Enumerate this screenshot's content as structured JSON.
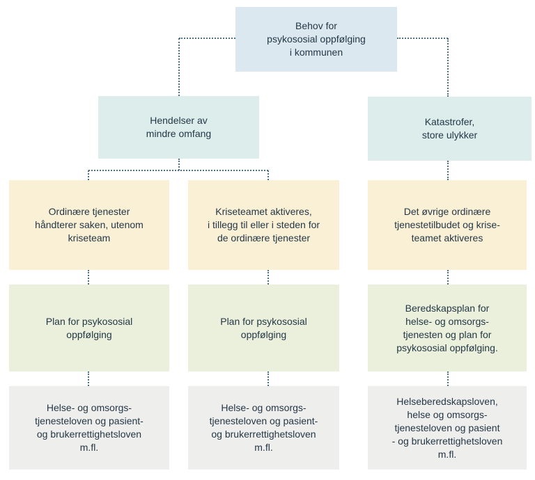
{
  "colors": {
    "top_box": "#dce8f0",
    "event_box": "#ddedec",
    "action_box": "#faf0d5",
    "plan_box": "#eaf0db",
    "law_box": "#eeeeec",
    "text": "#243746",
    "connector": "#4d7183"
  },
  "flowchart": {
    "root": {
      "label": "Behov for\npsykososial oppfølging\ni kommunen"
    },
    "branches": [
      {
        "label": "Hendelser av\nmindre omfang"
      },
      {
        "label": "Katastrofer,\nstore ulykker"
      }
    ],
    "columns": [
      {
        "action": "Ordinære tjenester\nhåndterer saken, utenom\nkriseteam",
        "plan": "Plan for psykososial\noppfølging",
        "laws": "Helse- og omsorgs-\ntjenesteloven og pasient-\nog brukerrettighetsloven\nm.fl."
      },
      {
        "action": "Kriseteamet aktiveres,\ni tillegg til eller i steden for\nde ordinære tjenester",
        "plan": "Plan for psykososial\noppfølging",
        "laws": "Helse- og omsorgs-\ntjenesteloven og pasient-\nog brukerrettighetsloven\nm.fl."
      },
      {
        "action": "Det øvrige ordinære\ntjenestetilbudet og krise-\nteamet aktiveres",
        "plan": "Beredskapsplan for\nhelse- og omsorgs-\ntjenesten og plan for\npsykososial oppfølging.",
        "laws": "Helseberedskapsloven,\nhelse og omsorgs-\ntjenesteloven og pasient\n- og brukerrettighetsloven\nm.fl."
      }
    ]
  }
}
